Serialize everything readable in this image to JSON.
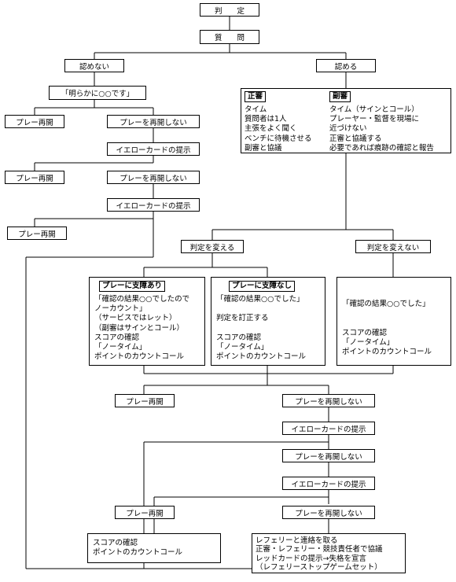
{
  "nodes": {
    "hantei": "判　　定",
    "shitsumon": "質　　問",
    "mitomenai": "認めない",
    "mitomeru": "認める",
    "akiraka": "「明らかに○○です」",
    "play_resume_1": "プレー再開",
    "no_resume_1": "プレーを再開しない",
    "yellow_1": "イエローカードの提示",
    "play_resume_2": "プレー再開",
    "no_resume_2": "プレーを再開しない",
    "yellow_2": "イエローカードの提示",
    "play_resume_3": "プレー再開",
    "change": "判定を変える",
    "no_change": "判定を変えない",
    "play_resume_4": "プレー再開",
    "no_resume_4": "プレーを再開しない",
    "yellow_4": "イエローカードの提示",
    "no_resume_5": "プレーを再開しない",
    "yellow_5": "イエローカードの提示",
    "play_resume_6": "プレー再開",
    "no_resume_6": "プレーを再開しない"
  },
  "referees": {
    "main_title": "正審",
    "main_items": [
      "タイム",
      "質問者は1人",
      "主張をよく聞く",
      "ベンチに待機させる",
      "副審と協議"
    ],
    "sub_title": "副審",
    "sub_items": [
      "タイム（サインとコール）",
      "プレーヤー・監督を現場に",
      "近づけない",
      "正審と協議する",
      "必要であれば痕跡の確認と報告"
    ]
  },
  "outcomes": {
    "a_title": "プレーに支障あり",
    "a_lines": [
      "「確認の結果○○でしたので",
      "ノーカウント」",
      "（サービスではレット）",
      "（副審はサインとコール）",
      "スコアの確認",
      "「ノータイム」",
      "ポイントのカウントコール"
    ],
    "b_title": "プレーに支障なし",
    "b_lines": [
      "「確認の結果○○でした」",
      "",
      "判定を訂正する",
      "",
      "スコアの確認",
      "「ノータイム」",
      "ポイントのカウントコール"
    ],
    "c_lines": [
      "",
      "「確認の結果○○でした」",
      "",
      "",
      "スコアの確認",
      "「ノータイム」",
      "ポイントのカウントコール"
    ]
  },
  "final": {
    "score_lines": [
      "スコアの確認",
      "ポイントのカウントコール"
    ],
    "referee_lines": [
      "レフェリーと連絡を取る",
      "正審・レフェリー・競技責任者で協議",
      "レッドカードの提示→失格を宣言",
      "（レフェリーストップゲームセット）"
    ]
  }
}
